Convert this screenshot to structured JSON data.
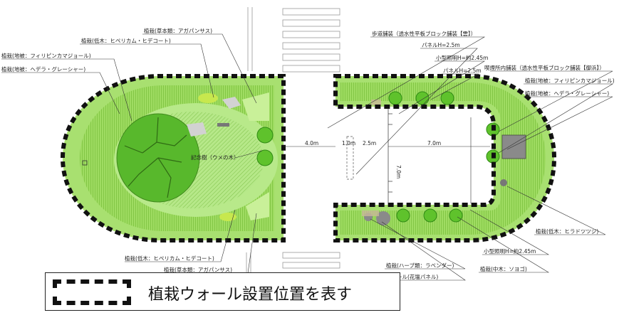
{
  "labels": {
    "agapanthus_top": "植栽(草本類：アガパンサス)",
    "hypericum_top": "植栽(低木：ヒペリカム・ヒデコート)",
    "phyla_left": "植栽(地被：フィリピンカマジョール)",
    "hedera_left": "植栽(地被：ヘデラ・グレーシャー)",
    "kinenju": "記念樹（ウメの木）",
    "hypericum_bottom": "植栽(低木：ヒペリカム・ヒデコート)",
    "agapanthus_bottom": "植栽(草本類：アガパンサス)",
    "sidewalk_paving": "歩道舗装（透水性平板ブロック舗装【雲】）",
    "panel_h1": "パネルH=2.5m",
    "small_light_top": "小型照明H=約2.45m",
    "panel_h2": "パネルH=2.5m",
    "smoking_paving": "喫煙所内舗装（透水性平板ブロック舗装【御浜】）",
    "phyla_right": "植栽(地被：フィリピンカマジョール)",
    "hedera_right": "植栽(地被：ヘデラ・グレーシャー)",
    "azalea": "植栽(低木：ヒラドツツジ)",
    "small_light_bottom": "小型照明H=約2.45m",
    "soyogo": "植栽(中木：ソヨゴ)",
    "herb": "植栽(ハーブ類：ラベンダー)",
    "flower_wall": "ウォール(花壇パネル)"
  },
  "dimensions": {
    "d_4m": "4.0m",
    "d_1m": "1.0m",
    "d_25m": "2.5m",
    "d_7m_h": "7.0m",
    "d_7m_v": "7.0m"
  },
  "legend": {
    "text": "植栽ウォール設置位置を表す"
  },
  "colors": {
    "planting_light": "#a6e06b",
    "planting_mid": "#8fd257",
    "shrub": "#5fc22c",
    "tree": "#57b82a",
    "wall": "#111111"
  }
}
